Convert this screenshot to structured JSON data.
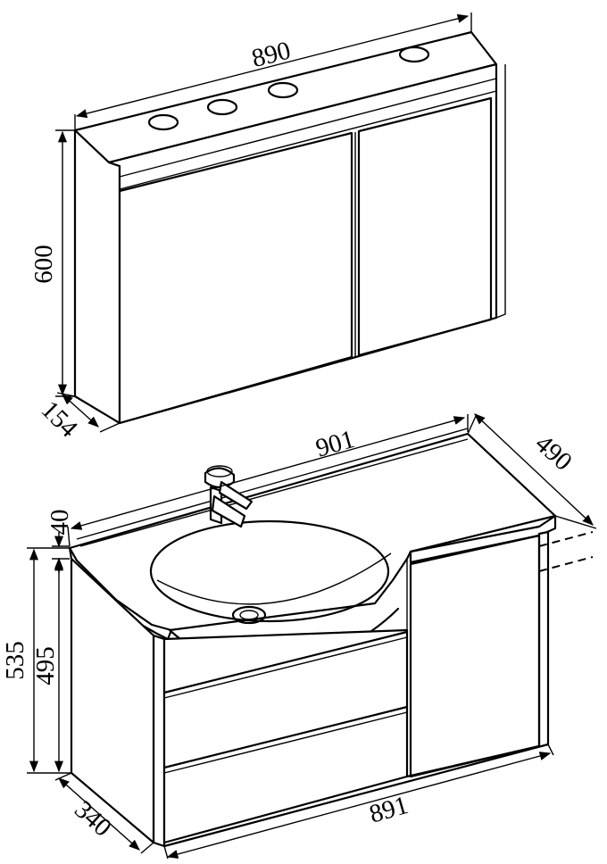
{
  "dimensions": {
    "mirror_cabinet": {
      "width": "890",
      "height": "600",
      "depth": "154"
    },
    "vanity_unit": {
      "top_width": "901",
      "top_depth": "490",
      "top_thickness": "40",
      "total_height": "535",
      "body_height": "495",
      "body_depth": "340",
      "body_width": "891"
    }
  },
  "colors": {
    "line": "#000000",
    "background": "#ffffff"
  }
}
